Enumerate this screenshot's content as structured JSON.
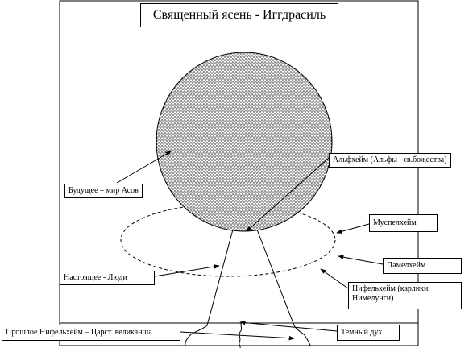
{
  "title": "Священный ясень - Иггдрасиль",
  "labels": {
    "alfheim": "Альфхейм (Альфы –св.божества)",
    "future": "Будущее – мир Асов",
    "muspelheim": "Муспелхейм",
    "present": "Настоящее - Люди",
    "pamelheim": "Памелхейм",
    "niflheim_dwarves": "Нифельхейм (карлики, Нимелунги)",
    "past": "Прошлое Нифельхейм – Царст. великанша",
    "dark_spirit": "Темный дух"
  }
}
